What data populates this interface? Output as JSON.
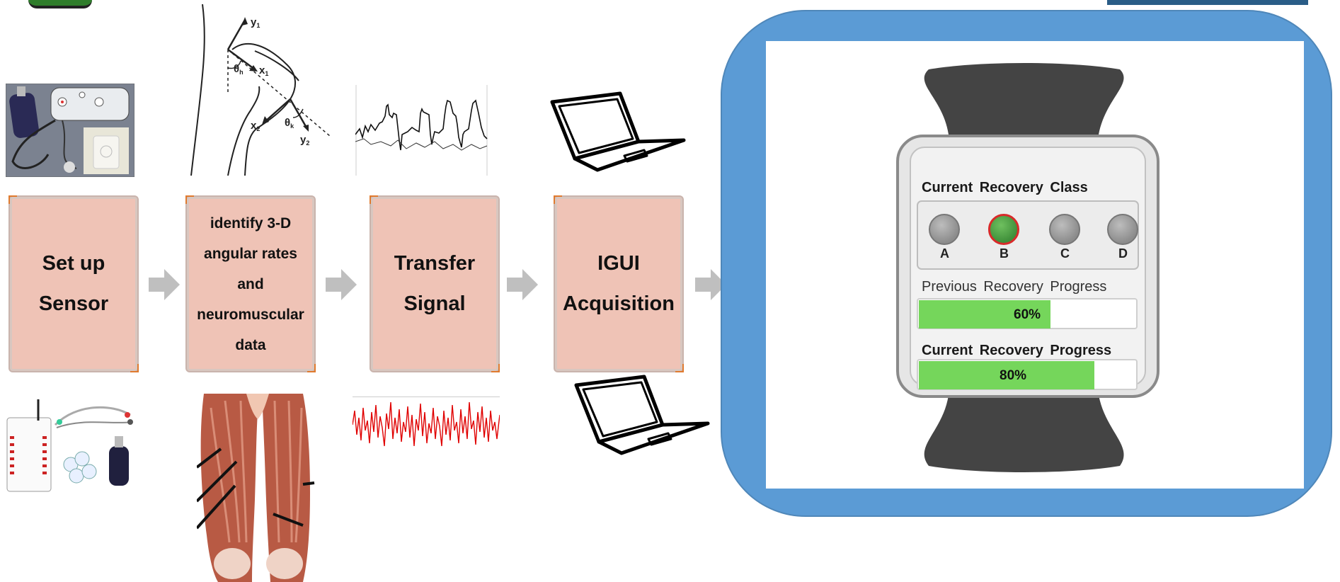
{
  "steps": [
    {
      "label": "Set up\nSensor"
    },
    {
      "label": "identify 3-D\nangular rates\nand\nneuromuscular\ndata"
    },
    {
      "label": "Transfer\nSignal"
    },
    {
      "label": "IGUI\nAcquisition"
    }
  ],
  "leg_diagram": {
    "y1": "y",
    "y1_sub": "1",
    "x1": "x",
    "x1_sub": "1",
    "theta_h": "θ",
    "theta_h_sub": "h",
    "x2": "x",
    "x2_sub": "2",
    "theta_k": "θ",
    "theta_k_sub": "k",
    "y2": "y",
    "y2_sub": "2"
  },
  "watch": {
    "class_title": "Current Recovery Class",
    "classes": [
      {
        "letter": "A",
        "active": false
      },
      {
        "letter": "B",
        "active": true
      },
      {
        "letter": "C",
        "active": false
      },
      {
        "letter": "D",
        "active": false
      }
    ],
    "previous_title": "Previous Recovery Progress",
    "previous_value": "60%",
    "previous_fraction": 0.6,
    "current_title": "Current Recovery Progress",
    "current_value": "80%",
    "current_fraction": 0.8
  },
  "colors": {
    "step_fill": "#efc3b6",
    "arrow": "#bfbfbf",
    "panel": "#5b9bd5",
    "progress_green": "#75d65b",
    "led_active": "#3f8f3a",
    "led_active_ring": "#d82a2a",
    "led_inactive": "#8c8c8c",
    "emg_signal": "#e00000"
  }
}
